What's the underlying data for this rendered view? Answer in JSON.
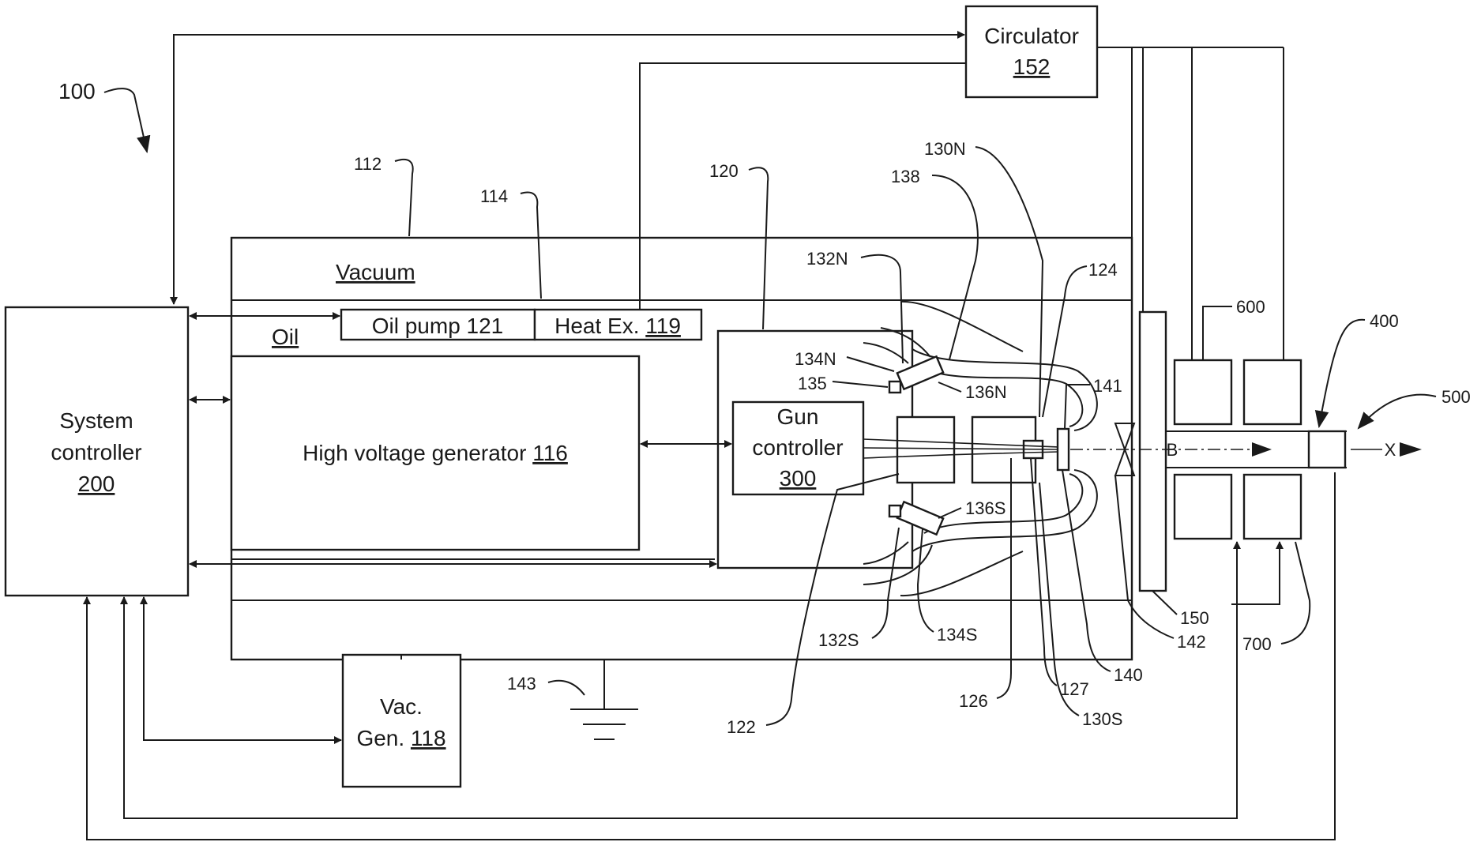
{
  "figure_ref": "100",
  "blocks": {
    "system_controller": {
      "line1": "System",
      "line2": "controller",
      "ref": "200"
    },
    "circulator": {
      "name": "Circulator",
      "ref": "152"
    },
    "vacuum": {
      "name": "Vacuum"
    },
    "oil": {
      "name": "Oil"
    },
    "oil_pump": {
      "name": "Oil pump 121"
    },
    "heat_ex": {
      "name": "Heat Ex.",
      "ref": "119"
    },
    "hv_generator": {
      "name": "High voltage generator",
      "ref": "116"
    },
    "gun_controller": {
      "line1": "Gun",
      "line2": "controller",
      "ref": "300"
    },
    "vac_gen": {
      "line1": "Vac.",
      "line2": "Gen.",
      "ref": "118"
    }
  },
  "refs": {
    "r112": "112",
    "r114": "114",
    "r120": "120",
    "r124": "124",
    "r130n": "130N",
    "r138": "138",
    "r132n": "132N",
    "r134n": "134N",
    "r135": "135",
    "r136n": "136N",
    "r141": "141",
    "r136s": "136S",
    "r132s": "132S",
    "r134s": "134S",
    "r122": "122",
    "r126": "126",
    "r127": "127",
    "r130s": "130S",
    "r140": "140",
    "r142": "142",
    "r143": "143",
    "r150": "150",
    "r600": "600",
    "r400": "400",
    "r500": "500",
    "r700": "700"
  },
  "beam": {
    "label": "B",
    "axis": "X"
  }
}
